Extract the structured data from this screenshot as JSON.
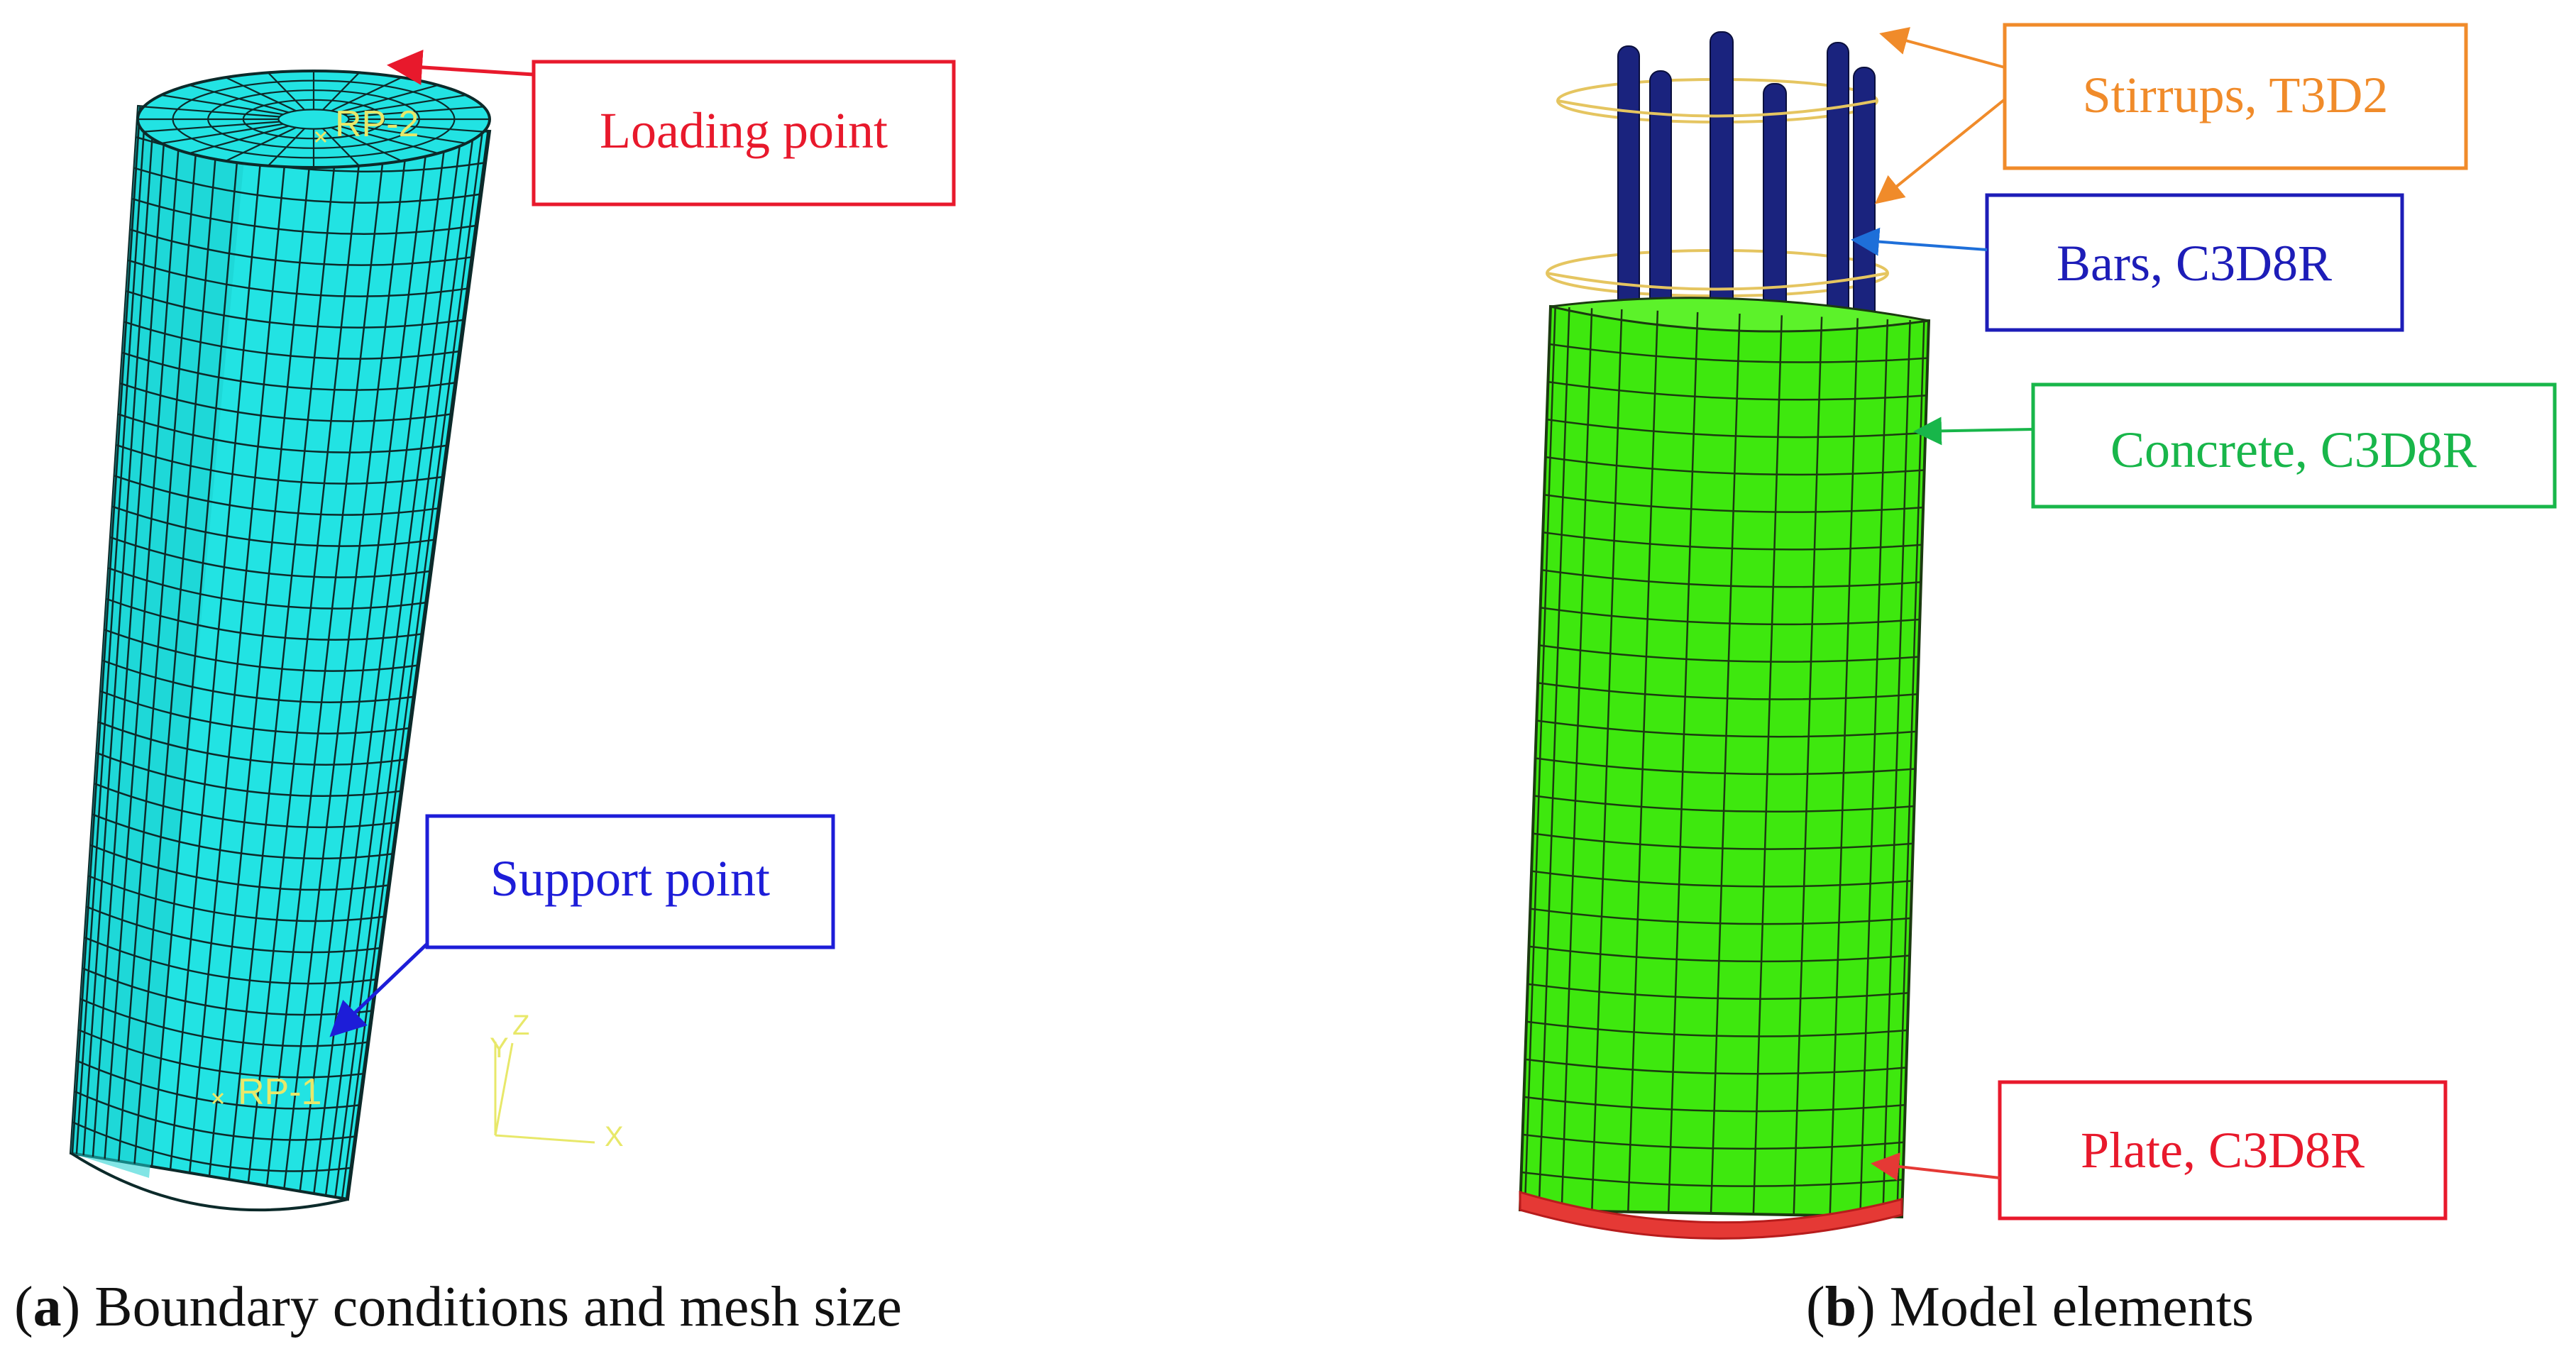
{
  "panels": {
    "a": {
      "caption_letter": "a",
      "caption_text": " Boundary conditions and mesh size",
      "rp_top": "RP-2",
      "rp_bottom": "RP-1",
      "callout_loading": "Loading point",
      "callout_support": "Support point",
      "axis_x": "X",
      "axis_y": "Y",
      "axis_z": "Z"
    },
    "b": {
      "caption_letter": "b",
      "caption_text": " Model elements",
      "callout_stirrups": "Stirrups, T3D2",
      "callout_bars": "Bars, C3D8R",
      "callout_concrete": "Concrete, C3D8R",
      "callout_plate": "Plate, C3D8R"
    }
  },
  "colors": {
    "mesh_cyan": "#22e3e3",
    "mesh_green": "#3ee80e",
    "mesh_line": "#0c2a2a",
    "bars": "#1a237e",
    "stirrups": "#e5c560",
    "plate": "#e53935",
    "loading": "#e8192c",
    "support": "#1d1dd8",
    "stirrups_callout": "#f08b2a",
    "bars_callout": "#1d1db8",
    "bars_arrow": "#1e6fd9",
    "concrete": "#18b64a",
    "axis": "#e8e86a"
  }
}
